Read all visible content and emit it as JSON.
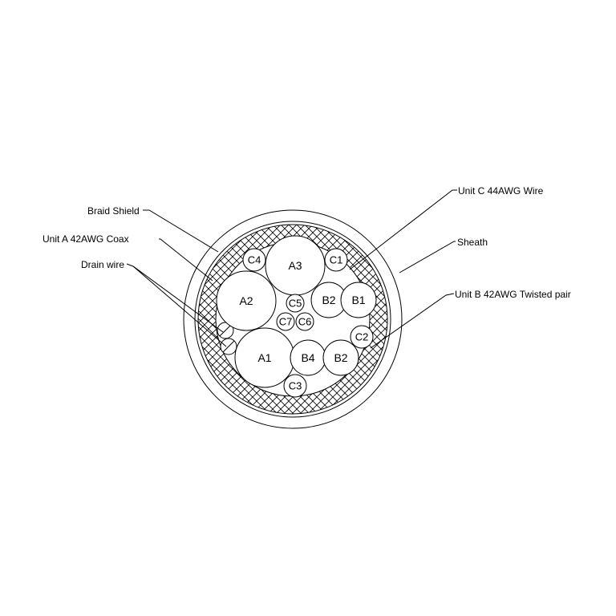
{
  "callouts": {
    "braid_shield": "Braid Shield",
    "unit_a": "Unit A 42AWG Coax",
    "drain_wire": "Drain wire",
    "unit_c": "Unit C 44AWG Wire",
    "sheath": "Sheath",
    "unit_b": "Unit B 42AWG Twisted pair"
  },
  "conductors": {
    "a1": "A1",
    "a2": "A2",
    "a3": "A3",
    "b1": "B1",
    "b2_top": "B2",
    "b2_bottom": "B2",
    "b4": "B4",
    "c1": "C1",
    "c2": "C2",
    "c3": "C3",
    "c4": "C4",
    "c5": "C5",
    "c6": "C6",
    "c7": "C7"
  }
}
